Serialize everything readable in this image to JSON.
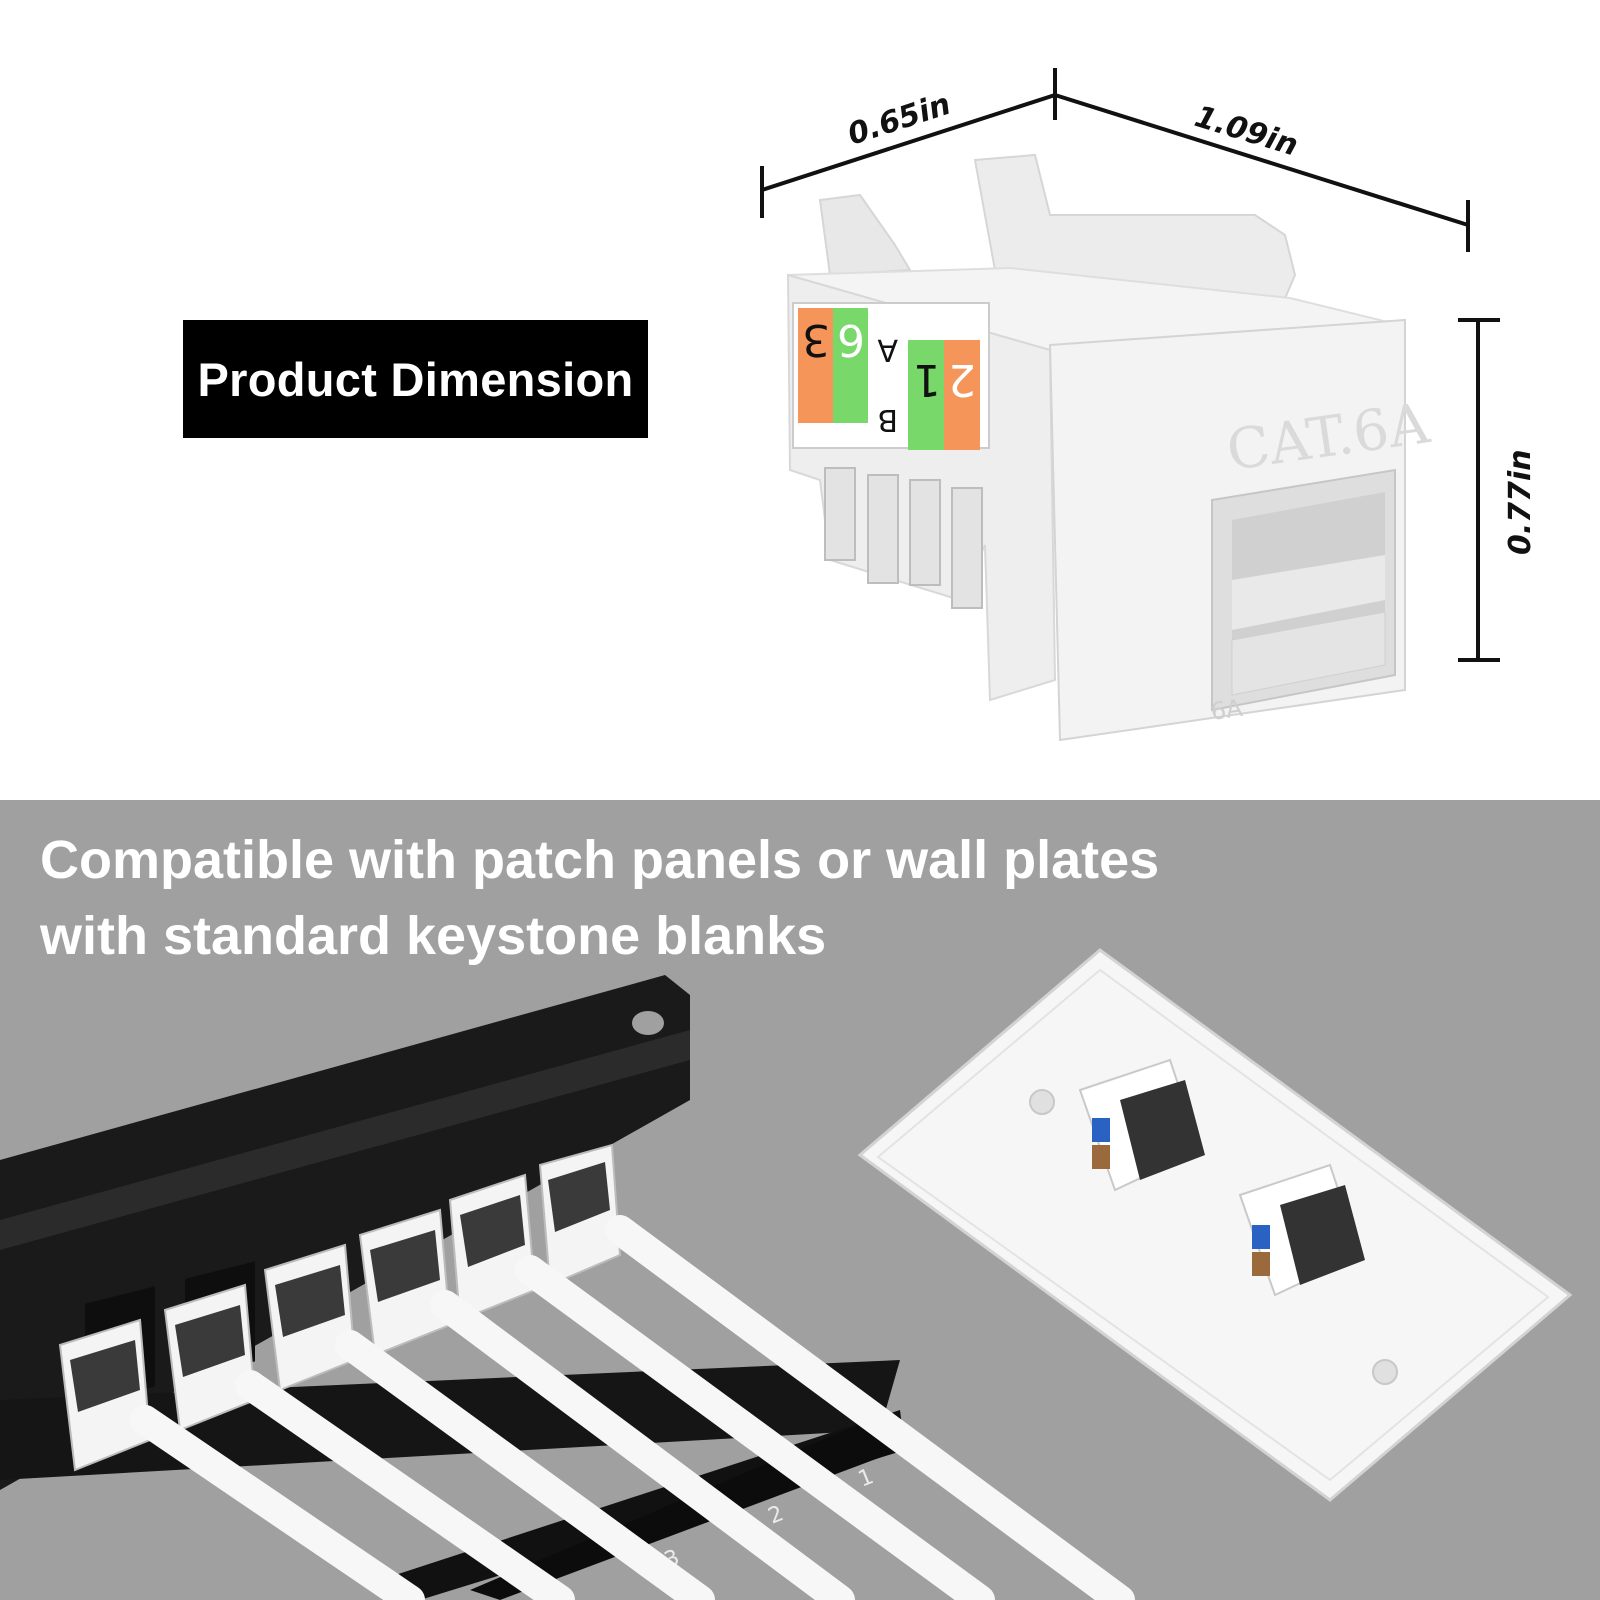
{
  "badge": {
    "label": "Product Dimension"
  },
  "dimensions": {
    "width": "0.65in",
    "length": "1.09in",
    "height": "0.77in"
  },
  "jack": {
    "face_text": "CAT.6A",
    "small_text": "6A",
    "label_digits_left": [
      "3",
      "6"
    ],
    "label_digits_right": [
      "2",
      "1"
    ],
    "label_letters": [
      "A",
      "B"
    ],
    "colors": {
      "orange": "#f5955a",
      "green": "#79d86a",
      "body": "#f1f1f1"
    }
  },
  "headline": {
    "line1": "Compatible with patch panels or wall plates",
    "line2": "with standard keystone blanks"
  },
  "panel": {
    "port_numbers": [
      "1",
      "2",
      "3"
    ]
  }
}
